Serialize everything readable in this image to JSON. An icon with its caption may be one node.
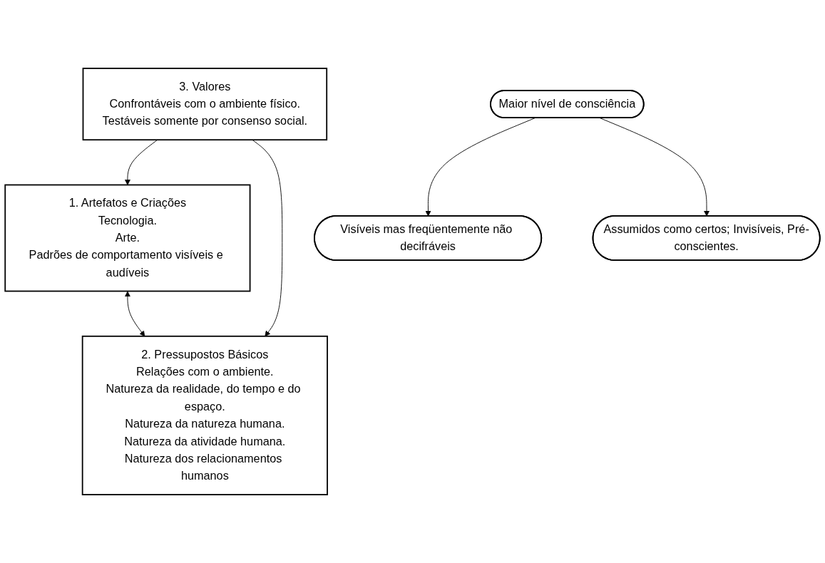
{
  "diagram": {
    "nodes": [
      {
        "text": [
          "1. Artefatos e Criações",
          "Tecnologia.",
          "Arte.",
          "Padrões de comportamento visíveis e audíveis"
        ]
      },
      {
        "text": [
          "3. Valores",
          "Confrontáveis com o ambiente físico.",
          "Testáveis somente por consenso social."
        ]
      },
      {
        "text": [
          "2. Pressupostos Básicos",
          "Relações com o ambiente.",
          "Natureza da realidade, do tempo e do espaço.",
          "Natureza da natureza humana.",
          "Natureza da atividade humana.",
          "Natureza dos relacionamentos humanos"
        ]
      },
      {
        "text": [
          "Visíveis mas freqüentemente não decifráveis"
        ]
      },
      {
        "text": [
          "Maior nível de consciência"
        ]
      },
      {
        "text": [
          "Assumidos como certos; Invisíveis, Pré-conscientes."
        ]
      }
    ],
    "edges": [
      {
        "from": 1,
        "to": 0,
        "arrow": "to"
      },
      {
        "from": 1,
        "to": 2,
        "arrow": "to"
      },
      {
        "from": 0,
        "to": 2,
        "arrow": "both"
      },
      {
        "from": 4,
        "to": 3,
        "arrow": "to"
      },
      {
        "from": 4,
        "to": 5,
        "arrow": "to"
      }
    ]
  }
}
